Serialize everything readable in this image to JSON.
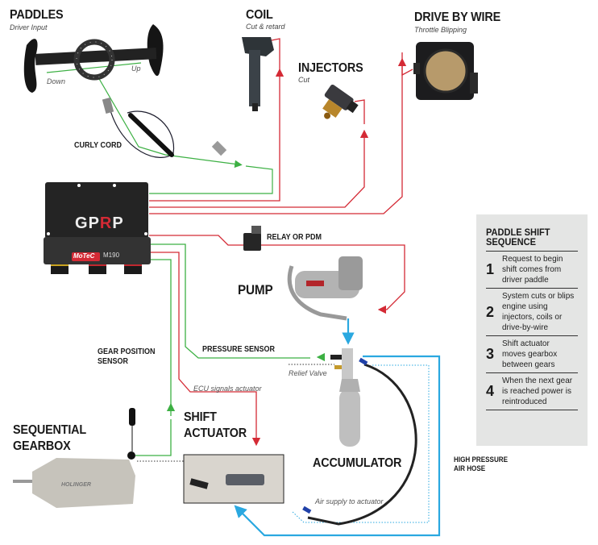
{
  "components": {
    "paddles": {
      "title": "PADDLES",
      "subtitle": "Driver Input",
      "down_label": "Down",
      "up_label": "Up"
    },
    "coil": {
      "title": "COIL",
      "subtitle": "Cut & retard"
    },
    "injectors": {
      "title": "INJECTORS",
      "subtitle": "Cut"
    },
    "drive_by_wire": {
      "title": "DRIVE BY WIRE",
      "subtitle": "Throttle Blipping"
    },
    "curly_cord": {
      "label": "CURLY CORD"
    },
    "ecu": {
      "logo": "GPRP",
      "brand": "MoTeC",
      "model": "M190"
    },
    "relay": {
      "label": "RELAY OR PDM"
    },
    "pump": {
      "title": "PUMP"
    },
    "pressure_sensor": {
      "label": "PRESSURE SENSOR"
    },
    "relief_valve": {
      "label": "Relief Valve"
    },
    "gear_position_sensor": {
      "label_line1": "GEAR POSITION",
      "label_line2": "SENSOR"
    },
    "ecu_signal": {
      "label": "ECU signals actuator"
    },
    "gearbox": {
      "title_line1": "SEQUENTIAL",
      "title_line2": "GEARBOX",
      "brand": "HOLINGER"
    },
    "shift_actuator": {
      "title_line1": "SHIFT",
      "title_line2": "ACTUATOR"
    },
    "accumulator": {
      "title": "ACCUMULATOR"
    },
    "air_supply": {
      "label": "Air supply to actuator"
    },
    "air_hose": {
      "label_line1": "HIGH PRESSURE",
      "label_line2": "AIR HOSE"
    }
  },
  "sequence": {
    "title_line1": "PADDLE SHIFT",
    "title_line2": "SEQUENCE",
    "steps": [
      {
        "num": "1",
        "text": "Request to begin shift comes from driver paddle"
      },
      {
        "num": "2",
        "text": "System cuts or blips engine using injectors, coils or drive-by-wire"
      },
      {
        "num": "3",
        "text": "Shift actuator moves gearbox between gears"
      },
      {
        "num": "4",
        "text": "When the next gear is reached power is reintroduced"
      }
    ]
  },
  "colors": {
    "signal_green": "#3cb043",
    "power_red": "#d42a35",
    "air_blue": "#2aa8e0",
    "panel_gray": "#e4e5e4"
  }
}
